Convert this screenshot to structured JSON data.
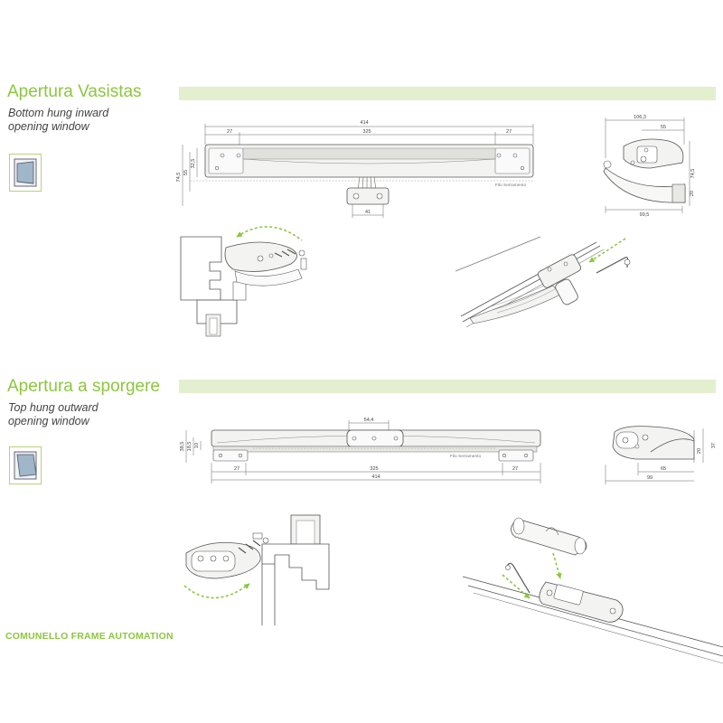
{
  "sections": [
    {
      "title": "Apertura Vasistas",
      "subtitle_line1": "Bottom hung inward",
      "subtitle_line2": "opening window",
      "dims": {
        "total": "414",
        "inner": "325",
        "left_offset": "27",
        "right_offset": "27",
        "height": "74,5",
        "h_inner": "55",
        "h_small": "32,5",
        "bracket": "41",
        "note": "Filo Serramento",
        "side_total": "106,3",
        "side_inner": "55",
        "side_height": "74,5",
        "side_small": "20",
        "side_bottom": "99,5"
      }
    },
    {
      "title": "Apertura a sporgere",
      "subtitle_line1": "Top hung outward",
      "subtitle_line2": "opening window",
      "dims": {
        "top": "54,4",
        "height": "38,5",
        "h_small": "18,5",
        "h_tiny": "10",
        "left_offset": "27",
        "inner": "325",
        "right_offset": "27",
        "total": "414",
        "note": "Filo Serramento",
        "side_inner": "65",
        "side_total": "99",
        "side_small": "20",
        "side_height": "37"
      }
    }
  ],
  "brand": "COMUNELLO FRAME AUTOMATION",
  "colors": {
    "accent": "#8cc63f",
    "bar": "#e4efcf",
    "line": "#555555",
    "dash": "#8cc63f"
  }
}
